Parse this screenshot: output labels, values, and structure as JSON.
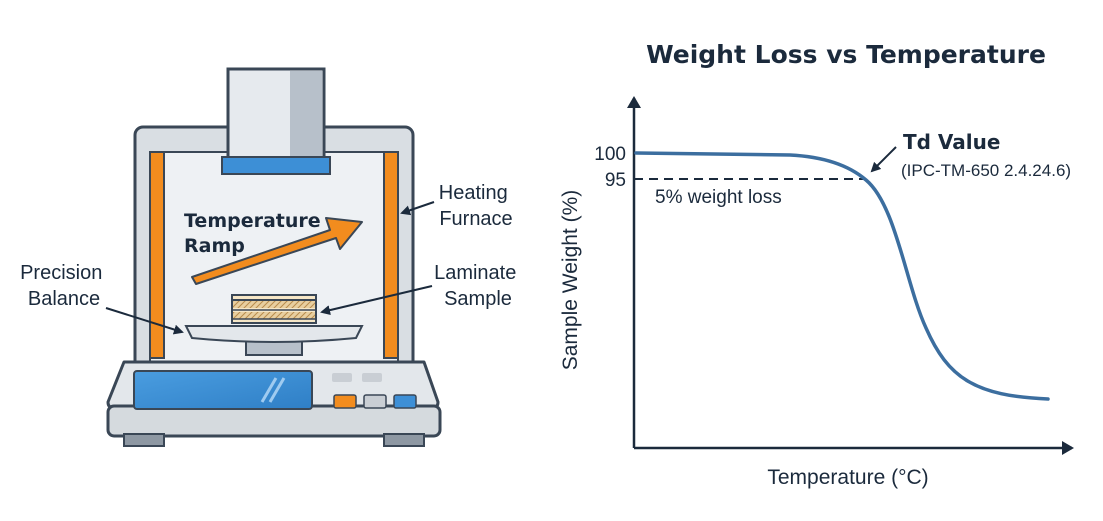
{
  "apparatus": {
    "heating_furnace_label": [
      "Heating",
      "Furnace"
    ],
    "temperature_ramp_label": [
      "Temperature",
      "Ramp"
    ],
    "precision_balance_label": [
      "Precision",
      "Balance"
    ],
    "laminate_sample_label": [
      "Laminate",
      "Sample"
    ],
    "colors": {
      "frame": "#d9dee3",
      "frame_stroke": "#3a4756",
      "heater": "#f28c1e",
      "chamber": "#eef1f4",
      "display": "#3d8fd6",
      "arrow": "#f28c1e",
      "button_orange": "#f28c1e",
      "button_grey": "#c9ced4",
      "button_blue": "#3d8fd6"
    }
  },
  "chart_data": {
    "type": "line",
    "title": "Weight Loss vs Temperature",
    "xlabel": "Temperature (°C)",
    "ylabel": "Sample Weight (%)",
    "yticks": [
      100,
      95
    ],
    "threshold": {
      "y": 95,
      "label": "5% weight loss",
      "style": "dashed"
    },
    "annotation": {
      "title": "Td Value",
      "subtitle": "(IPC-TM-650 2.4.24.6)"
    },
    "series_color": "#3c6e9f",
    "shape": "flat near 100%, passes 95% at the Td point, then drops steeply to a low plateau"
  }
}
